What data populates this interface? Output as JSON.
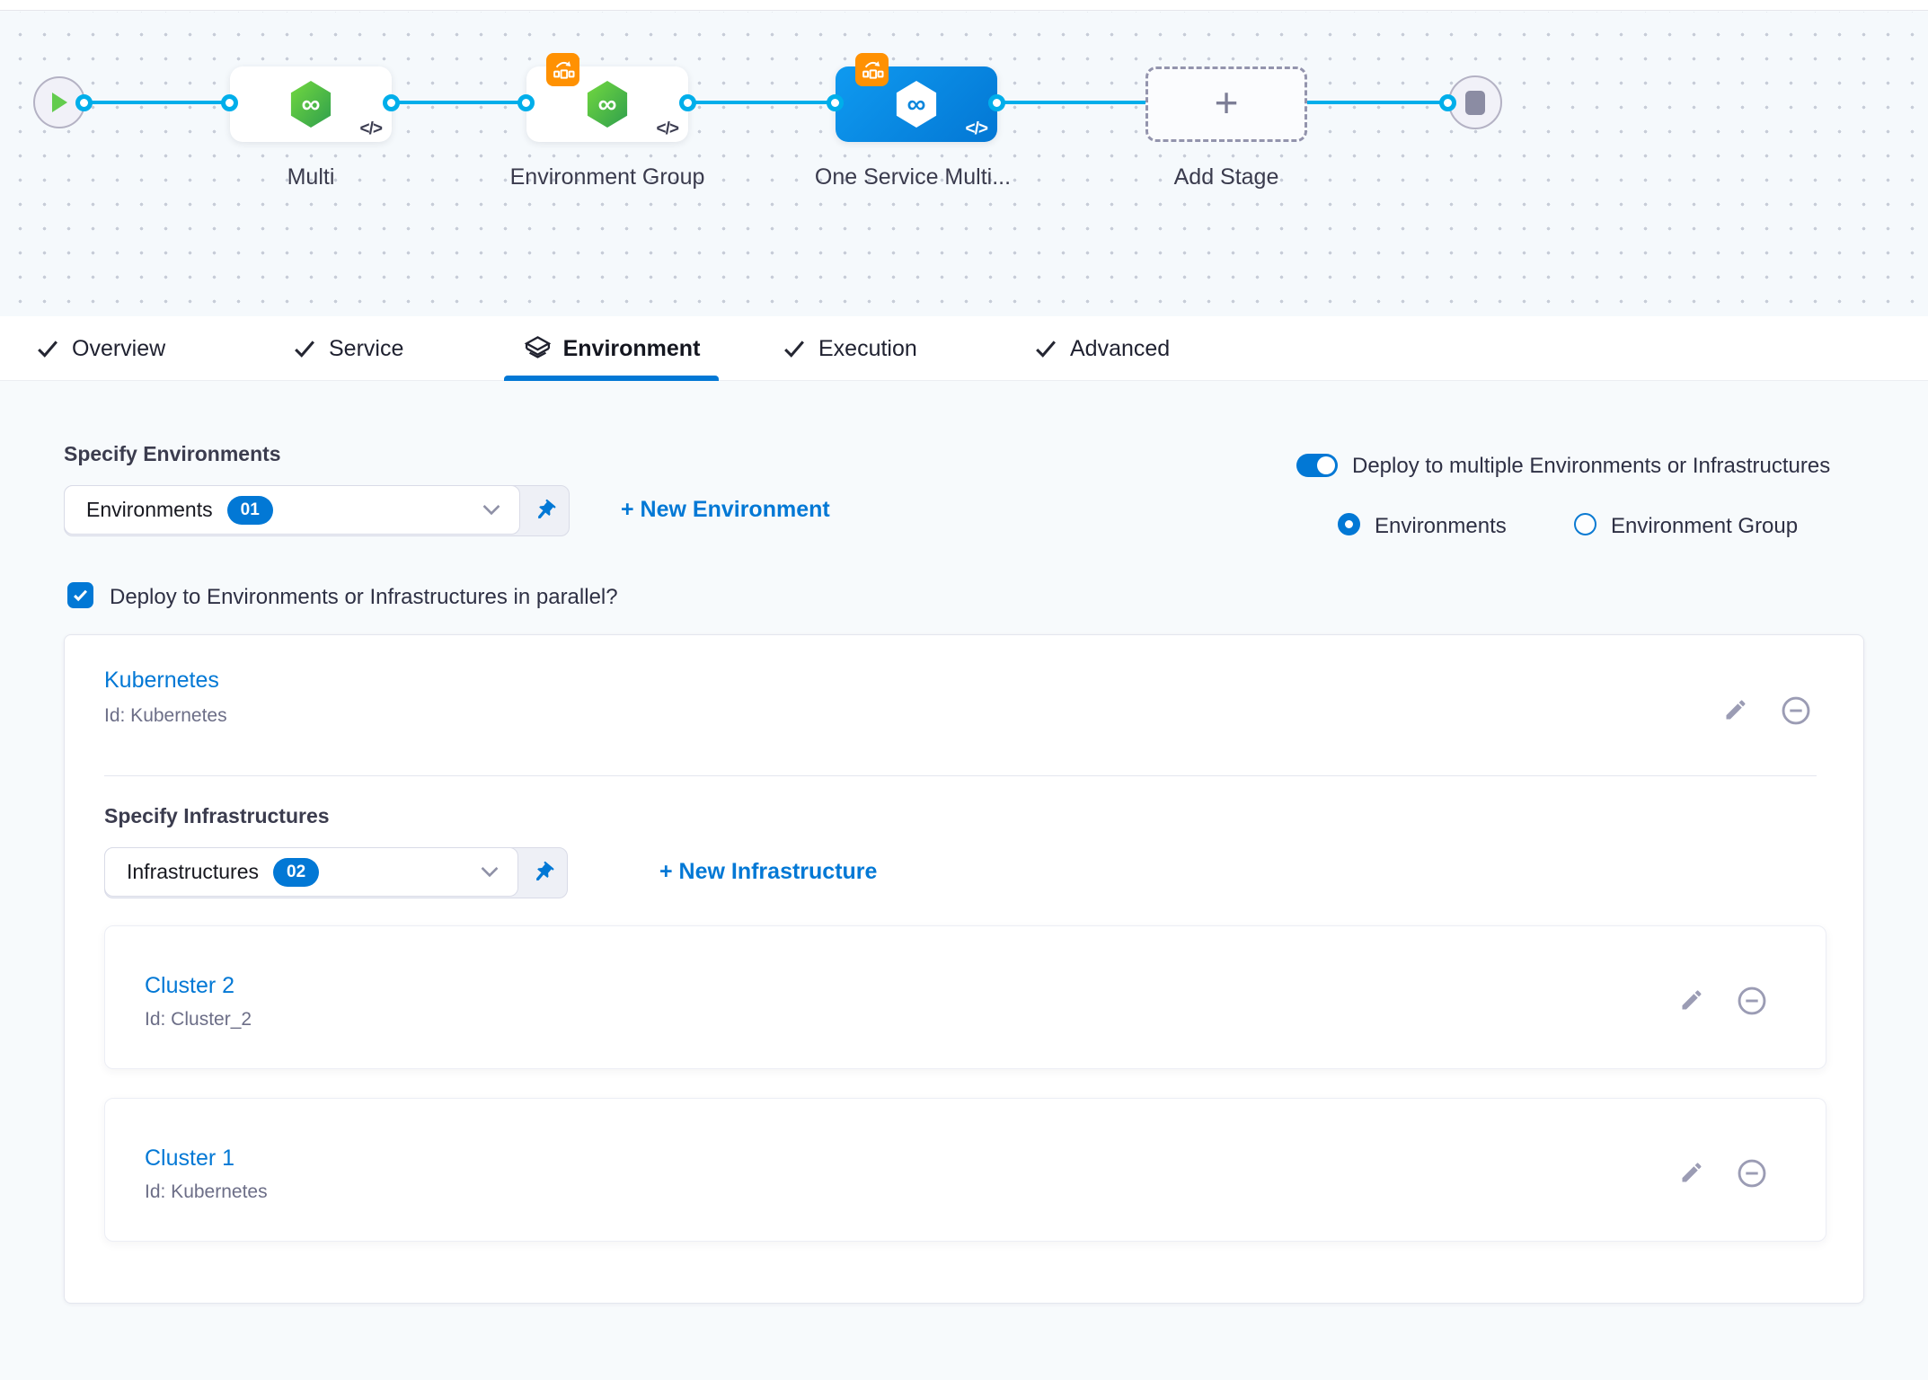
{
  "pipeline": {
    "node_multi": {
      "label": "Multi"
    },
    "node_env_group": {
      "label": "Environment Group"
    },
    "node_one_service": {
      "label": "One Service Multi..."
    },
    "node_add_stage": {
      "label": "Add Stage"
    },
    "code_glyph": "</>",
    "plus_glyph": "+"
  },
  "tabs": {
    "overview": "Overview",
    "service": "Service",
    "environment": "Environment",
    "execution": "Execution",
    "advanced": "Advanced"
  },
  "environments": {
    "heading": "Specify Environments",
    "dropdown_value": "Environments",
    "dropdown_count": "01",
    "new_link": "+ New Environment",
    "toggle_label": "Deploy to multiple Environments or Infrastructures",
    "radio_environments": "Environments",
    "radio_environment_group": "Environment Group",
    "parallel_checkbox_label": "Deploy to Environments or Infrastructures in parallel?"
  },
  "environment_card": {
    "title": "Kubernetes",
    "id": "Id: Kubernetes",
    "infra_heading": "Specify Infrastructures",
    "infra_dropdown_value": "Infrastructures",
    "infra_dropdown_count": "02",
    "new_infra_link": "+ New Infrastructure",
    "clusters": [
      {
        "title": "Cluster 2",
        "id": "Id: Cluster_2"
      },
      {
        "title": "Cluster 1",
        "id": "Id: Kubernetes"
      }
    ]
  },
  "colors": {
    "accent_blue": "#0278d5",
    "connector_cyan": "#00aeea",
    "selected_node_blue": "#0b8de4",
    "service_green": "#42ab45",
    "badge_orange": "#ff9102"
  }
}
